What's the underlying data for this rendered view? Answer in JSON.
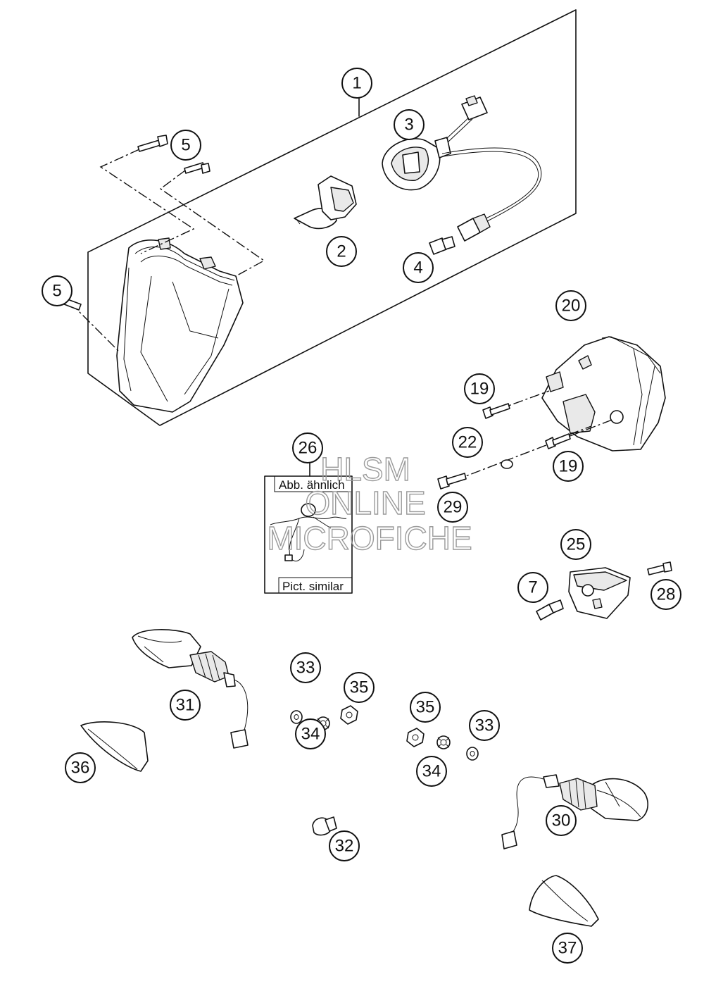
{
  "callouts": [
    {
      "id": "c1",
      "label": "1"
    },
    {
      "id": "c2",
      "label": "2"
    },
    {
      "id": "c3",
      "label": "3"
    },
    {
      "id": "c4",
      "label": "4"
    },
    {
      "id": "c5a",
      "label": "5"
    },
    {
      "id": "c5b",
      "label": "5"
    },
    {
      "id": "c7",
      "label": "7"
    },
    {
      "id": "c19a",
      "label": "19"
    },
    {
      "id": "c19b",
      "label": "19"
    },
    {
      "id": "c20",
      "label": "20"
    },
    {
      "id": "c22",
      "label": "22"
    },
    {
      "id": "c25",
      "label": "25"
    },
    {
      "id": "c26",
      "label": "26"
    },
    {
      "id": "c28",
      "label": "28"
    },
    {
      "id": "c29",
      "label": "29"
    },
    {
      "id": "c30",
      "label": "30"
    },
    {
      "id": "c31",
      "label": "31"
    },
    {
      "id": "c32",
      "label": "32"
    },
    {
      "id": "c33a",
      "label": "33"
    },
    {
      "id": "c33b",
      "label": "33"
    },
    {
      "id": "c34a",
      "label": "34"
    },
    {
      "id": "c34b",
      "label": "34"
    },
    {
      "id": "c35a",
      "label": "35"
    },
    {
      "id": "c35b",
      "label": "35"
    },
    {
      "id": "c36",
      "label": "36"
    },
    {
      "id": "c37",
      "label": "37"
    }
  ],
  "inset": {
    "top_label": "Abb. ähnlich",
    "bottom_label": "Pict. similar"
  },
  "watermark": {
    "line1": "HLSM",
    "line2": "ONLINE",
    "line3": "MICROFICHE"
  }
}
